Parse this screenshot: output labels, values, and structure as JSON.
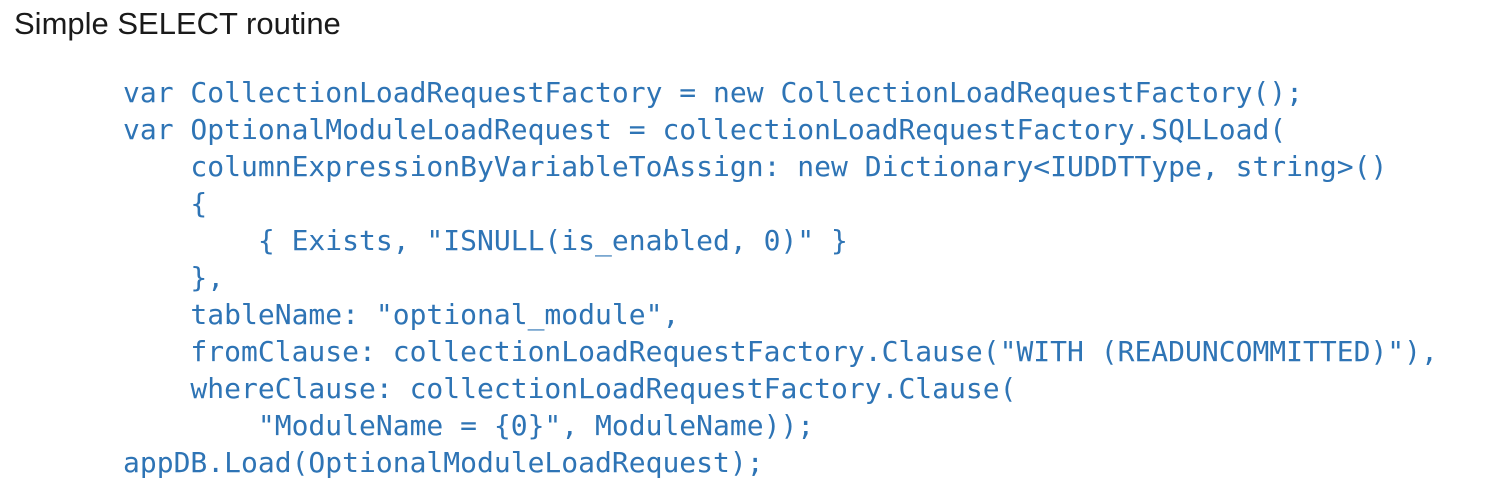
{
  "page": {
    "title": "Simple SELECT routine"
  },
  "code": {
    "language": "csharp",
    "lines": [
      "var CollectionLoadRequestFactory = new CollectionLoadRequestFactory();",
      "var OptionalModuleLoadRequest = collectionLoadRequestFactory.SQLLoad(",
      "    columnExpressionByVariableToAssign: new Dictionary<IUDDTType, string>()",
      "    {",
      "        { Exists, \"ISNULL(is_enabled, 0)\" }",
      "    },",
      "    tableName: \"optional_module\",",
      "    fromClause: collectionLoadRequestFactory.Clause(\"WITH (READUNCOMMITTED)\"),",
      "    whereClause: collectionLoadRequestFactory.Clause(",
      "        \"ModuleName = {0}\", ModuleName));",
      "appDB.Load(OptionalModuleLoadRequest);"
    ]
  },
  "colors": {
    "background": "#FFFFFF",
    "heading_text": "#1A1A1A",
    "code_text": "#2E74B5"
  }
}
